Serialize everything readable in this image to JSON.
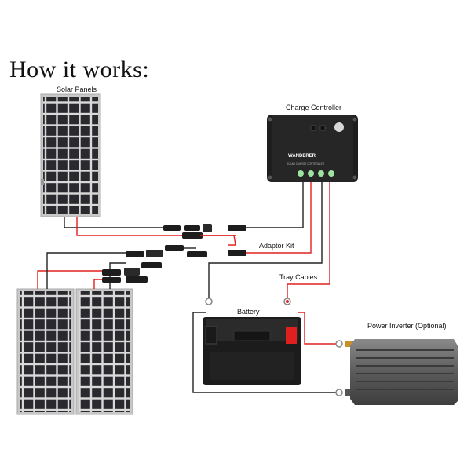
{
  "heading": "How it works:",
  "labels": {
    "solar_panels": "Solar Panels",
    "charge_controller": "Charge Controller",
    "adaptor_kit": "Adaptor Kit",
    "tray_cables": "Tray Cables",
    "battery": "Battery",
    "power_inverter": "Power Inverter (Optional)"
  },
  "controller": {
    "brand": "WANDERER",
    "subtitle": "SOLAR CHARGE CONTROLLER"
  },
  "colors": {
    "positive_wire": "#e0201f",
    "negative_wire": "#222222",
    "panel_cell": "#2a2a2e",
    "panel_frame": "#c8c8c8"
  }
}
